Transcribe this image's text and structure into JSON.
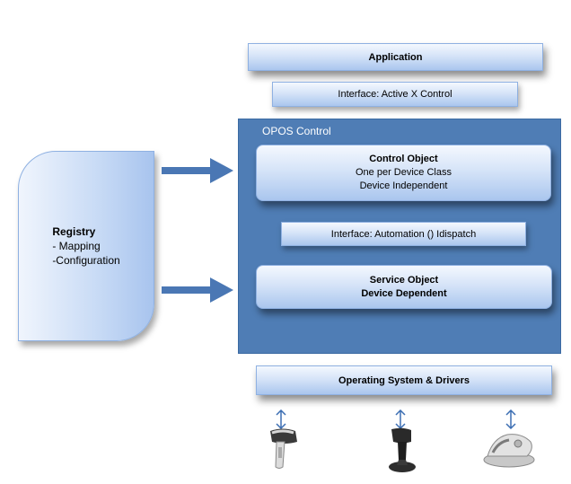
{
  "application": {
    "label": "Application"
  },
  "interface_activex": {
    "label": "Interface: Active X Control"
  },
  "opos_control": {
    "label": "OPOS Control",
    "control_object": {
      "title": "Control Object",
      "line1": "One per Device Class",
      "line2": "Device Independent"
    },
    "interface_automation": {
      "label": "Interface: Automation () Idispatch"
    },
    "service_object": {
      "title": "Service Object",
      "line1": "Device Dependent"
    }
  },
  "registry": {
    "title": "Registry",
    "line1": "- Mapping",
    "line2": "-Configuration"
  },
  "operating_system": {
    "label": "Operating System & Drivers"
  },
  "devices": [
    {
      "name": "handheld-scanner",
      "icon": "barcode-scanner-icon"
    },
    {
      "name": "stand-scanner",
      "icon": "presentation-scanner-icon"
    },
    {
      "name": "cordless-scanner",
      "icon": "cordless-scanner-icon"
    }
  ],
  "colors": {
    "panel": "#4f7db5",
    "box_light": "#f4f8fe",
    "box_dark": "#aac6ee",
    "arrow": "#4a77b4",
    "link_arrow": "#3d6fb3"
  }
}
